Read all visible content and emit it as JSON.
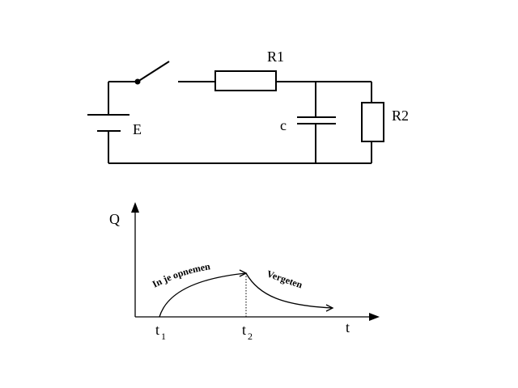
{
  "circuit": {
    "source_label": "E",
    "resistor1_label": "R1",
    "capacitor_label": "c",
    "resistor2_label": "R2"
  },
  "graph": {
    "y_axis_label": "Q",
    "x_axis_label": "t",
    "tick1_main": "t",
    "tick1_sub": "1",
    "tick2_main": "t",
    "tick2_sub": "2",
    "charging_label": "In je opnemen",
    "discharging_label": "Vergeten"
  }
}
